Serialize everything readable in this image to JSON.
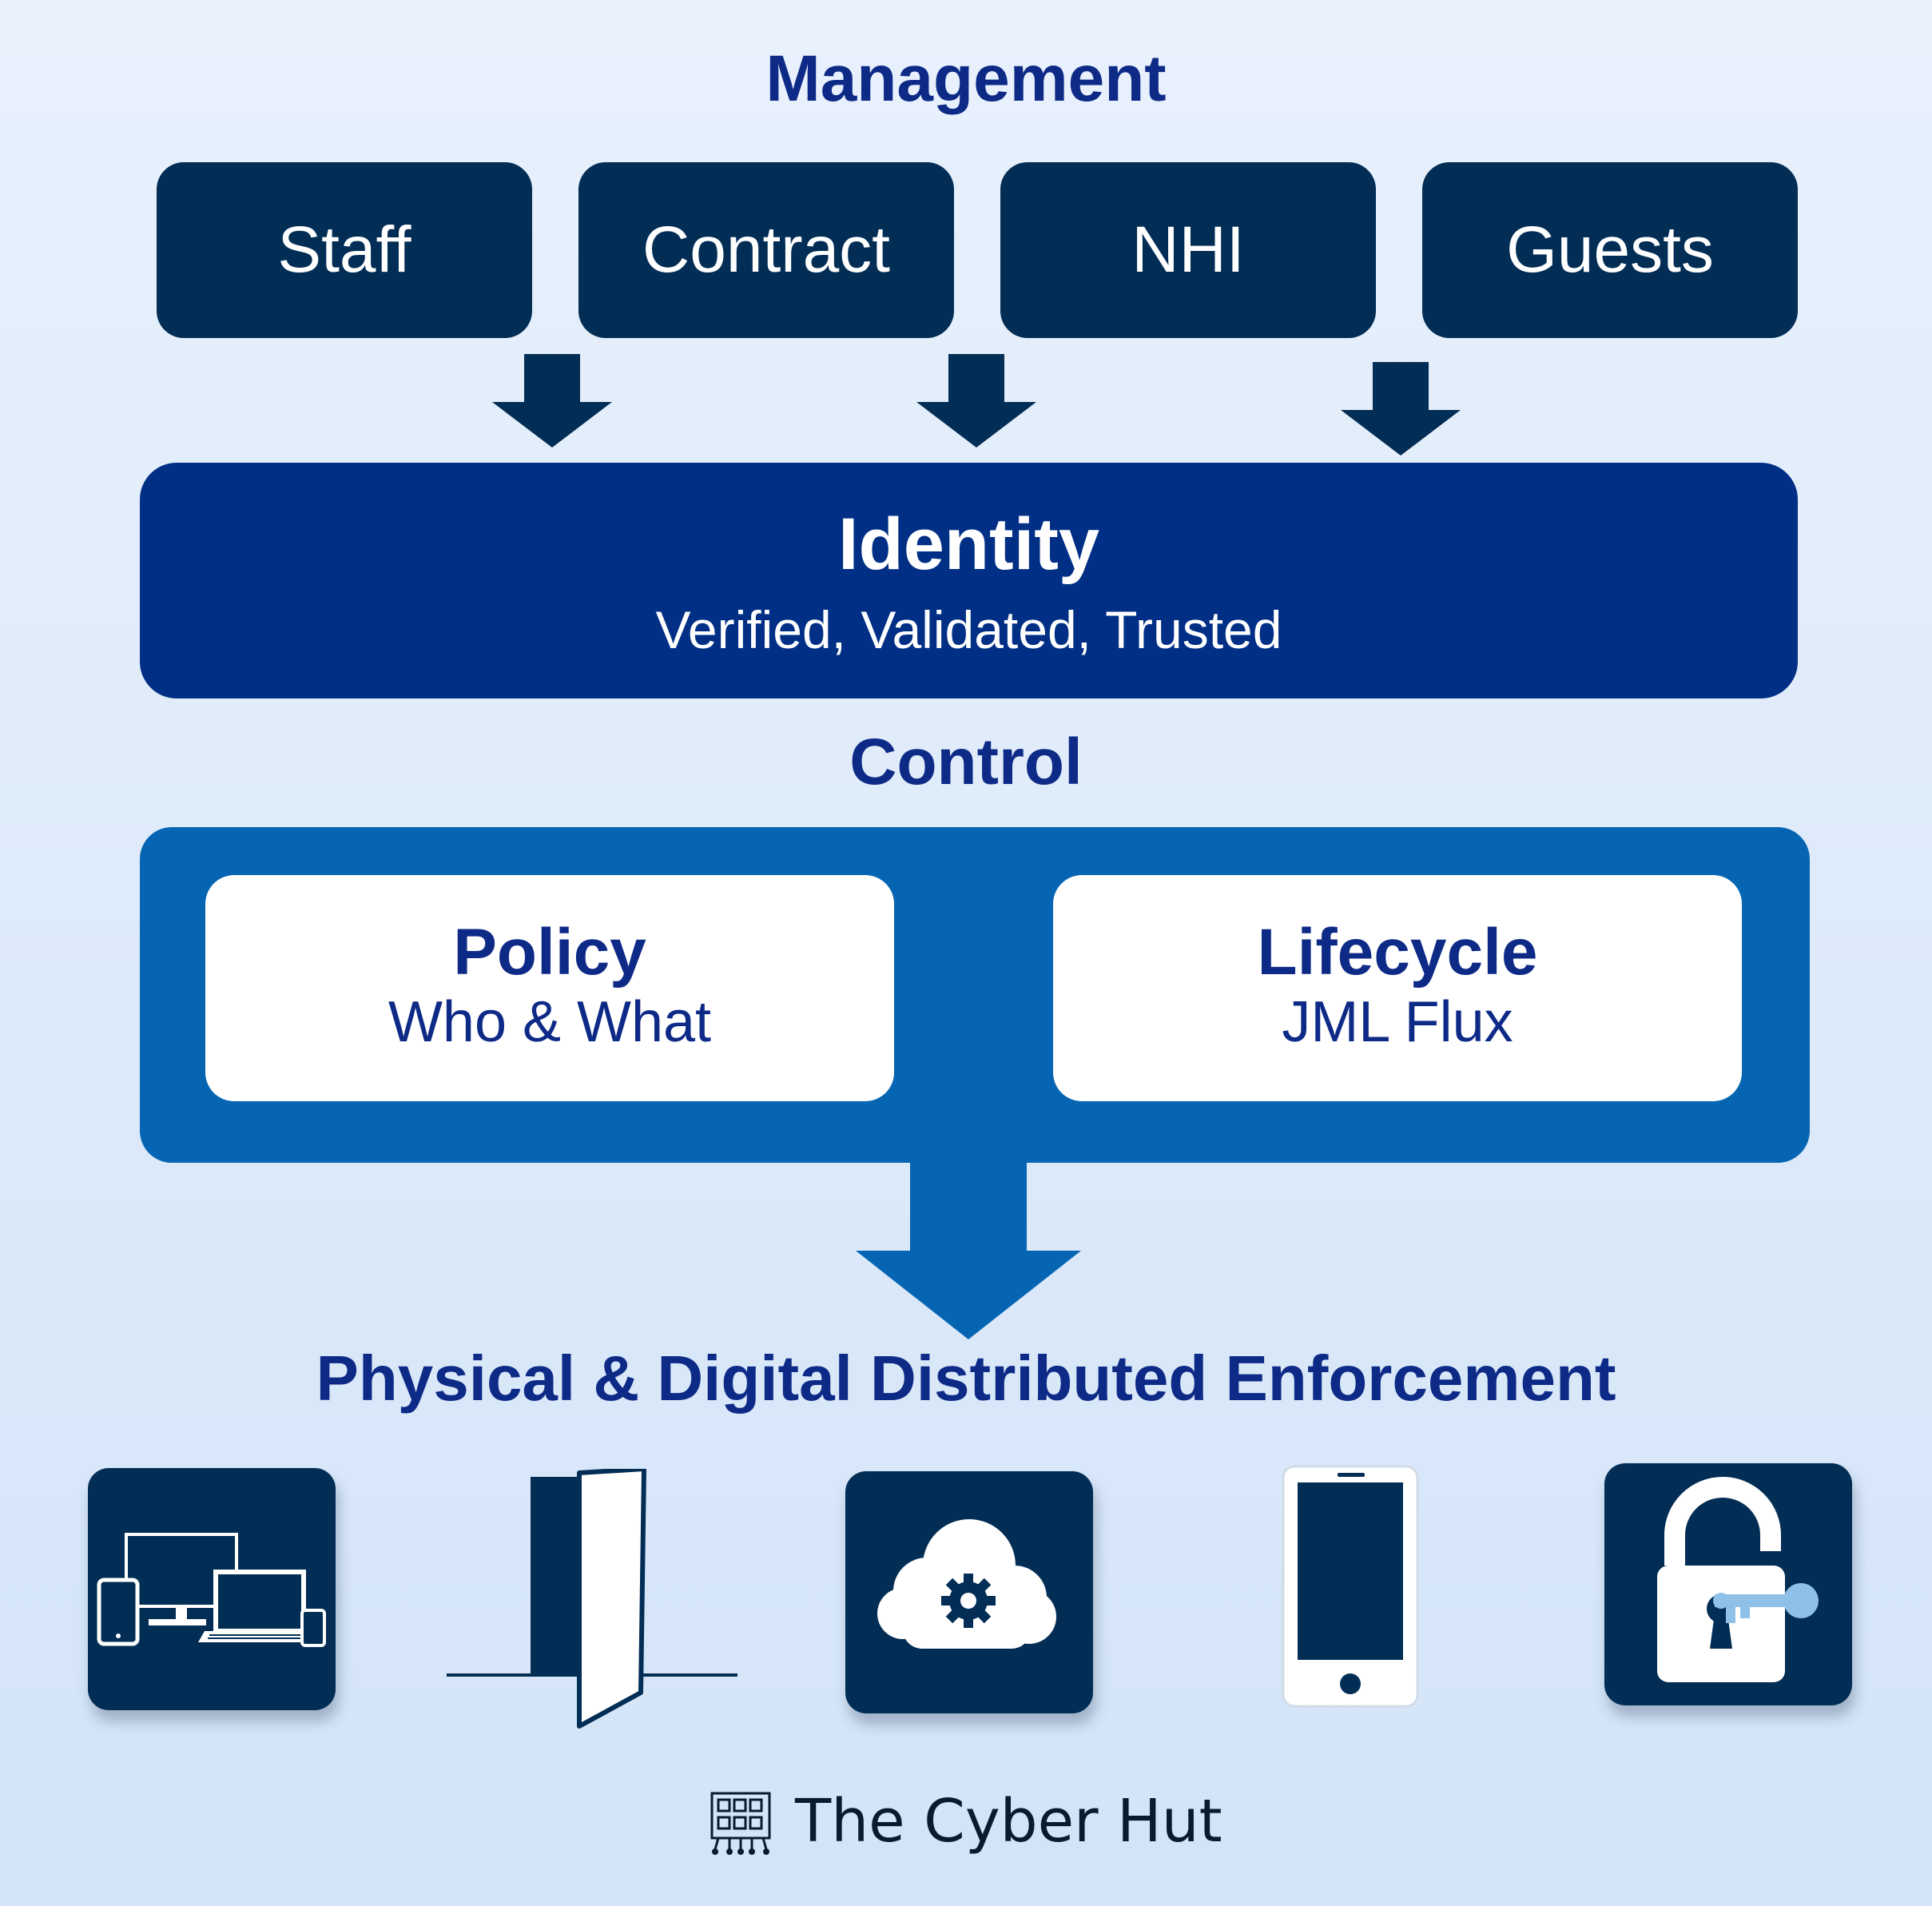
{
  "management": {
    "title": "Management",
    "boxes": [
      "Staff",
      "Contract",
      "NHI",
      "Guests"
    ]
  },
  "identity": {
    "title": "Identity",
    "subtitle": "Verified, Validated, Trusted"
  },
  "control": {
    "title": "Control",
    "cards": [
      {
        "title": "Policy",
        "subtitle": "Who & What"
      },
      {
        "title": "Lifecycle",
        "subtitle": "JML Flux"
      }
    ]
  },
  "enforcement": {
    "title": "Physical & Digital Distributed Enforcement",
    "icons": [
      "devices-icon",
      "door-icon",
      "cloud-gear-icon",
      "smartphone-icon",
      "padlock-key-icon"
    ]
  },
  "footer": {
    "brand": "The Cyber Hut",
    "logo_icon": "circuit-logo-icon"
  },
  "colors": {
    "navy": "#022d55",
    "identity_blue": "#002f85",
    "control_blue": "#0565b2",
    "heading_blue": "#0e2a87",
    "key_light_blue": "#8fc0e8"
  }
}
